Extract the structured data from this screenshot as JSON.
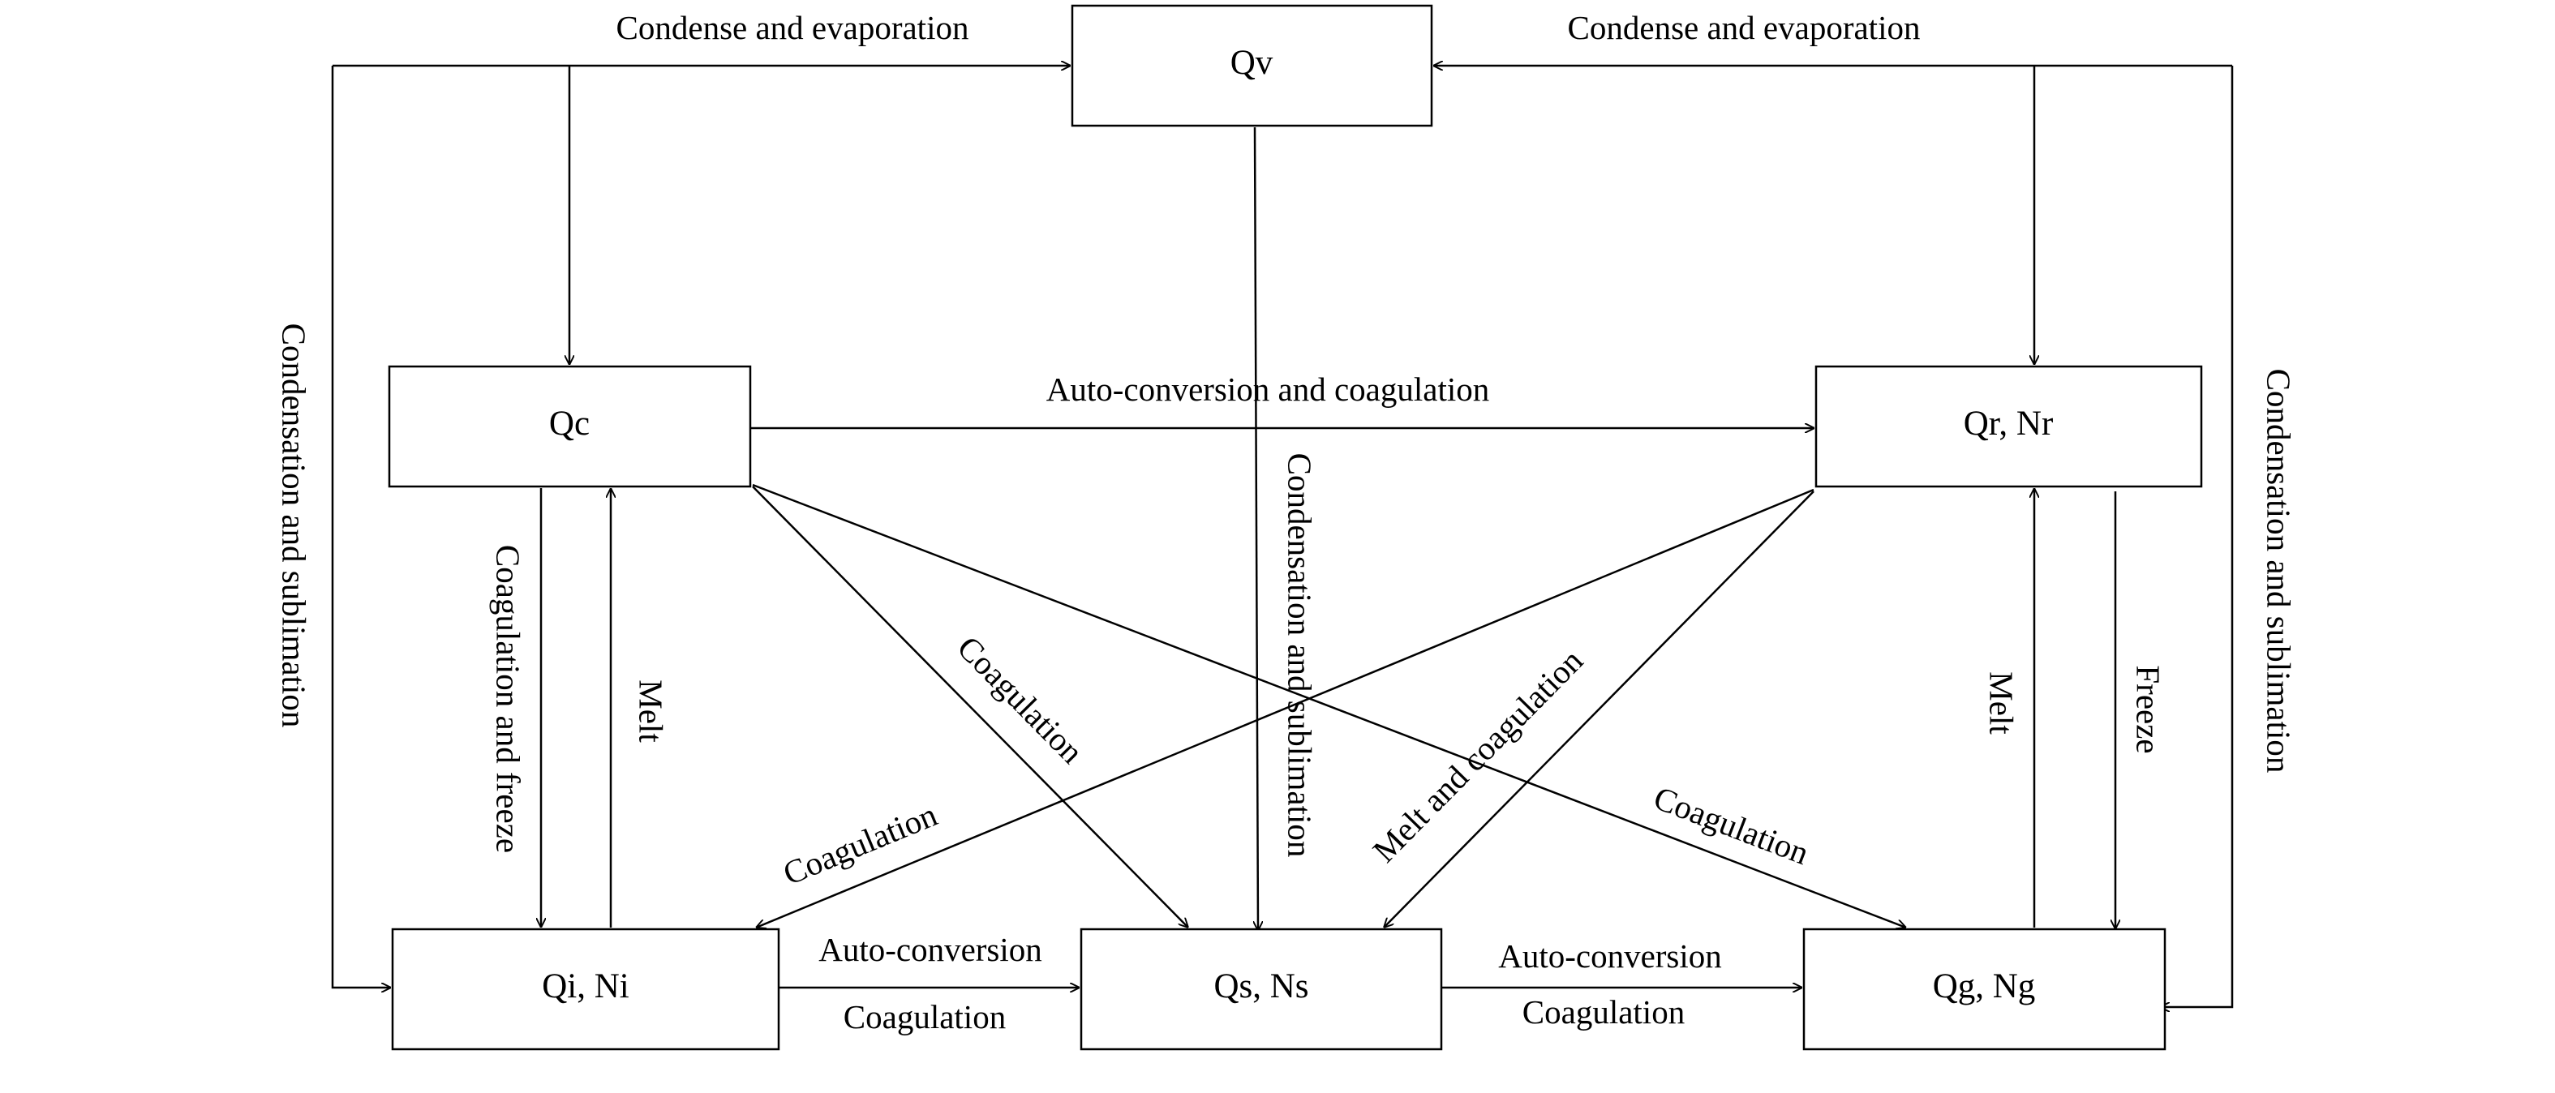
{
  "nodes": {
    "qv": "Qv",
    "qc": "Qc",
    "qr": "Qr, Nr",
    "qi": "Qi, Ni",
    "qs": "Qs, Ns",
    "qg": "Qg, Ng"
  },
  "labels": {
    "condense_left": "Condense and evaporation",
    "condense_right": "Condense and evaporation",
    "autoconv_qc_qr": "Auto-conversion and coagulation",
    "cond_sub_center": "Condensation and sublimation",
    "cond_sub_left": "Condensation and sublimation",
    "cond_sub_right": "Condensation and sublimation",
    "coag_freeze": "Coagulation and freeze",
    "melt_left": "Melt",
    "coag_qc_qs": "Coagulation",
    "coag_qr_qi": "Coagulation",
    "melt_coag": "Melt and coagulation",
    "coag_qc_qg": "Coagulation",
    "melt_right": "Melt",
    "freeze": "Freeze",
    "autoconv_qi_qs": "Auto-conversion",
    "coag_qi_qs": "Coagulation",
    "autoconv_qs_qg": "Auto-conversion",
    "coag_qs_qg": "Coagulation"
  }
}
